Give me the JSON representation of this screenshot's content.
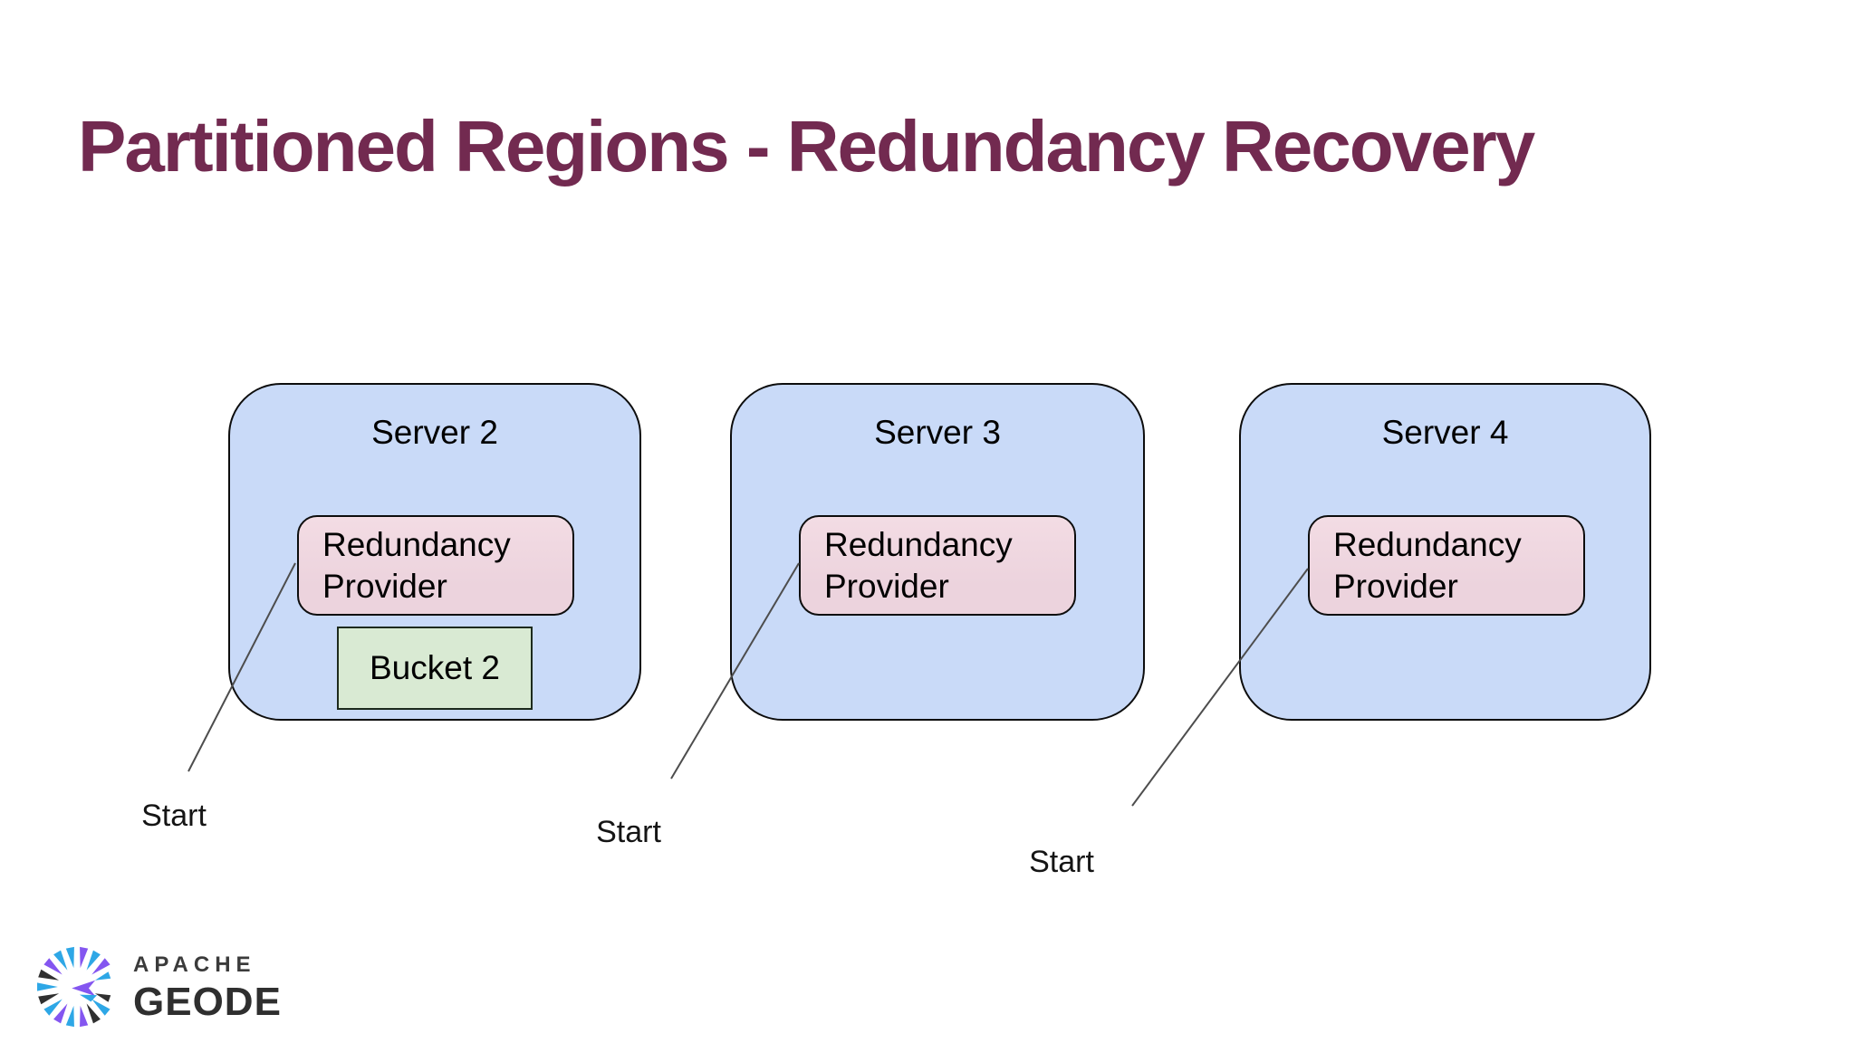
{
  "slide": {
    "title": "Partitioned Regions - Redundancy Recovery"
  },
  "colors": {
    "title_color": "#722a50",
    "server_fill": "#c9daf8",
    "server_border": "#0d0d0d",
    "provider_fill": "#ecd3dd",
    "bucket_fill": "#d9ead3",
    "connector_color": "#4d4d4d",
    "text_color": "#000000",
    "logo_text_color": "#2f2f2f",
    "logo_blue": "#2ea7e6",
    "logo_purple": "#8456f0",
    "logo_black": "#303030"
  },
  "servers": [
    {
      "name": "Server 2",
      "provider_label": "Redundancy Provider",
      "bucket_label": "Bucket 2",
      "start_label": "Start"
    },
    {
      "name": "Server 3",
      "provider_label": "Redundancy Provider",
      "start_label": "Start"
    },
    {
      "name": "Server 4",
      "provider_label": "Redundancy Provider",
      "start_label": "Start"
    }
  ],
  "logo": {
    "icon": "geode-starburst-icon",
    "brand_top": "APACHE",
    "brand_bottom": "GEODE"
  }
}
